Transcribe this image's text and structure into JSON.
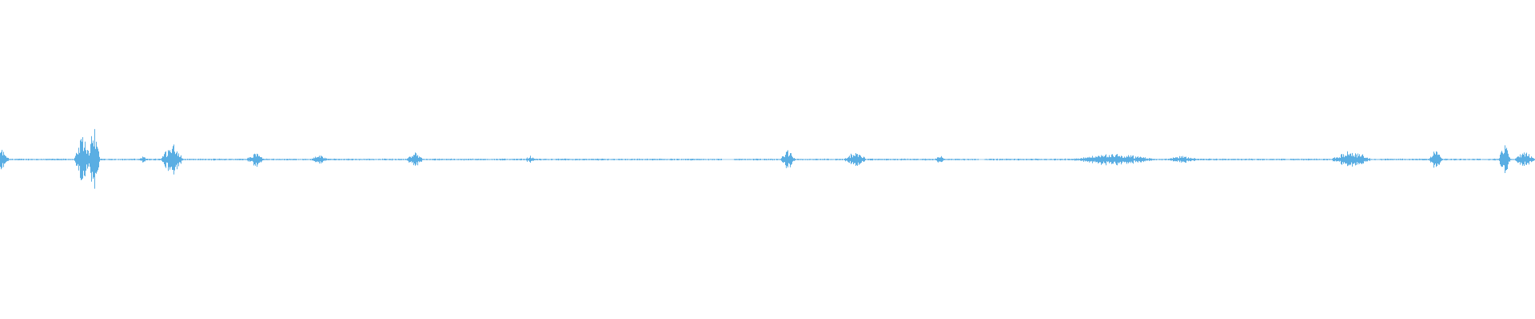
{
  "waveform": {
    "color": "#5aaee3",
    "background": "#ffffff",
    "duration_fraction_visible": 1.0,
    "baseline_amplitude": 0.004,
    "bursts": [
      {
        "position": 0.0,
        "width": 0.006,
        "amplitude": 0.09
      },
      {
        "position": 0.054,
        "width": 0.006,
        "amplitude": 0.19
      },
      {
        "position": 0.061,
        "width": 0.004,
        "amplitude": 0.33
      },
      {
        "position": 0.093,
        "width": 0.004,
        "amplitude": 0.02
      },
      {
        "position": 0.112,
        "width": 0.008,
        "amplitude": 0.13
      },
      {
        "position": 0.166,
        "width": 0.006,
        "amplitude": 0.06
      },
      {
        "position": 0.208,
        "width": 0.006,
        "amplitude": 0.04
      },
      {
        "position": 0.27,
        "width": 0.006,
        "amplitude": 0.06
      },
      {
        "position": 0.345,
        "width": 0.004,
        "amplitude": 0.03
      },
      {
        "position": 0.513,
        "width": 0.005,
        "amplitude": 0.08
      },
      {
        "position": 0.557,
        "width": 0.008,
        "amplitude": 0.06
      },
      {
        "position": 0.612,
        "width": 0.004,
        "amplitude": 0.03
      },
      {
        "position": 0.725,
        "width": 0.03,
        "amplitude": 0.05
      },
      {
        "position": 0.77,
        "width": 0.012,
        "amplitude": 0.03
      },
      {
        "position": 0.88,
        "width": 0.014,
        "amplitude": 0.07
      },
      {
        "position": 0.935,
        "width": 0.005,
        "amplitude": 0.07
      },
      {
        "position": 0.98,
        "width": 0.004,
        "amplitude": 0.14
      },
      {
        "position": 0.993,
        "width": 0.007,
        "amplitude": 0.06
      }
    ],
    "gaps": [
      {
        "start": 0.47,
        "end": 0.478
      },
      {
        "start": 0.637,
        "end": 0.641
      }
    ]
  }
}
